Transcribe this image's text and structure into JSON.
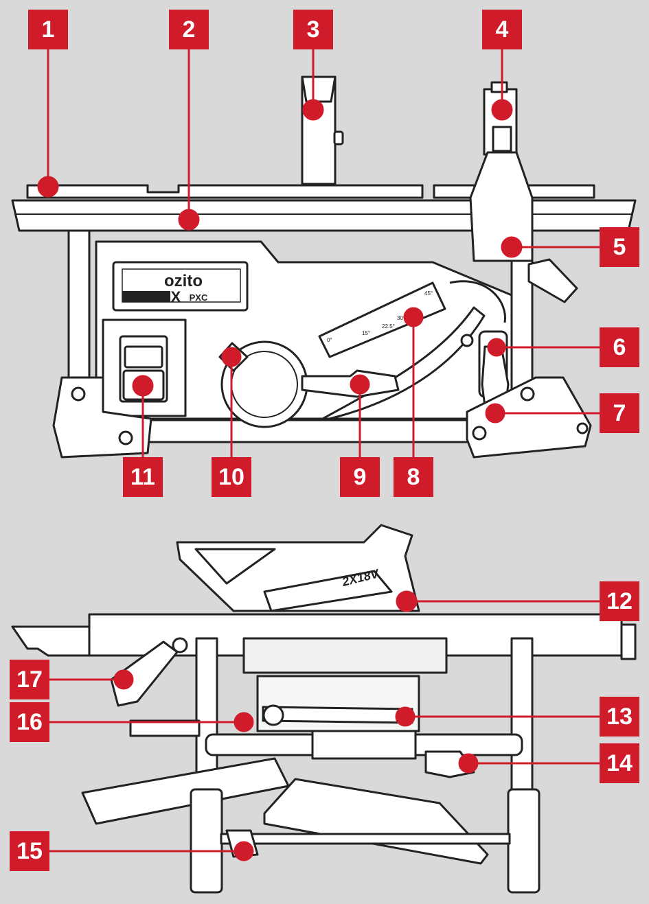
{
  "colors": {
    "accent": "#d01c2a",
    "background": "#d9d9d9",
    "line": "#222222",
    "fill": "#ffffff"
  },
  "brand": {
    "name": "ozito",
    "sub": "PXC",
    "mark": "X",
    "battery_label": "2X18V"
  },
  "callouts": {
    "c1": "1",
    "c2": "2",
    "c3": "3",
    "c4": "4",
    "c5": "5",
    "c6": "6",
    "c7": "7",
    "c8": "8",
    "c9": "9",
    "c10": "10",
    "c11": "11",
    "c12": "12",
    "c13": "13",
    "c14": "14",
    "c15": "15",
    "c16": "16",
    "c17": "17"
  },
  "scale": {
    "t0": "0°",
    "t1": "15°",
    "t2": "22.5°",
    "t3": "30°",
    "t4": "45°"
  },
  "icons": {
    "switch": "up-down-arrows-icon",
    "lock": "rotate-lock-icon"
  }
}
